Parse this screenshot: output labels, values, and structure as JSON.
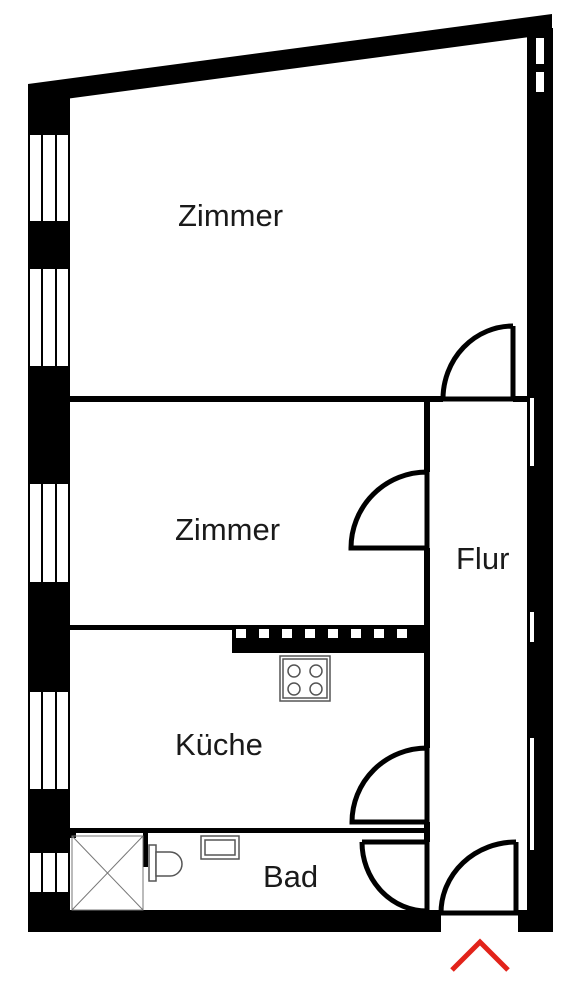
{
  "colors": {
    "wall": "#000000",
    "background": "#ffffff",
    "entrance_marker": "#e2231a",
    "fixture_stroke": "#555555"
  },
  "rooms": {
    "zimmer_1": "Zimmer",
    "zimmer_2": "Zimmer",
    "kueche": "Küche",
    "bad": "Bad",
    "flur": "Flur"
  },
  "icons": {
    "entrance": "entrance-chevron-icon",
    "stove": "stove-icon",
    "sink": "sink-icon",
    "toilet": "toilet-icon",
    "shower": "shower-icon"
  }
}
